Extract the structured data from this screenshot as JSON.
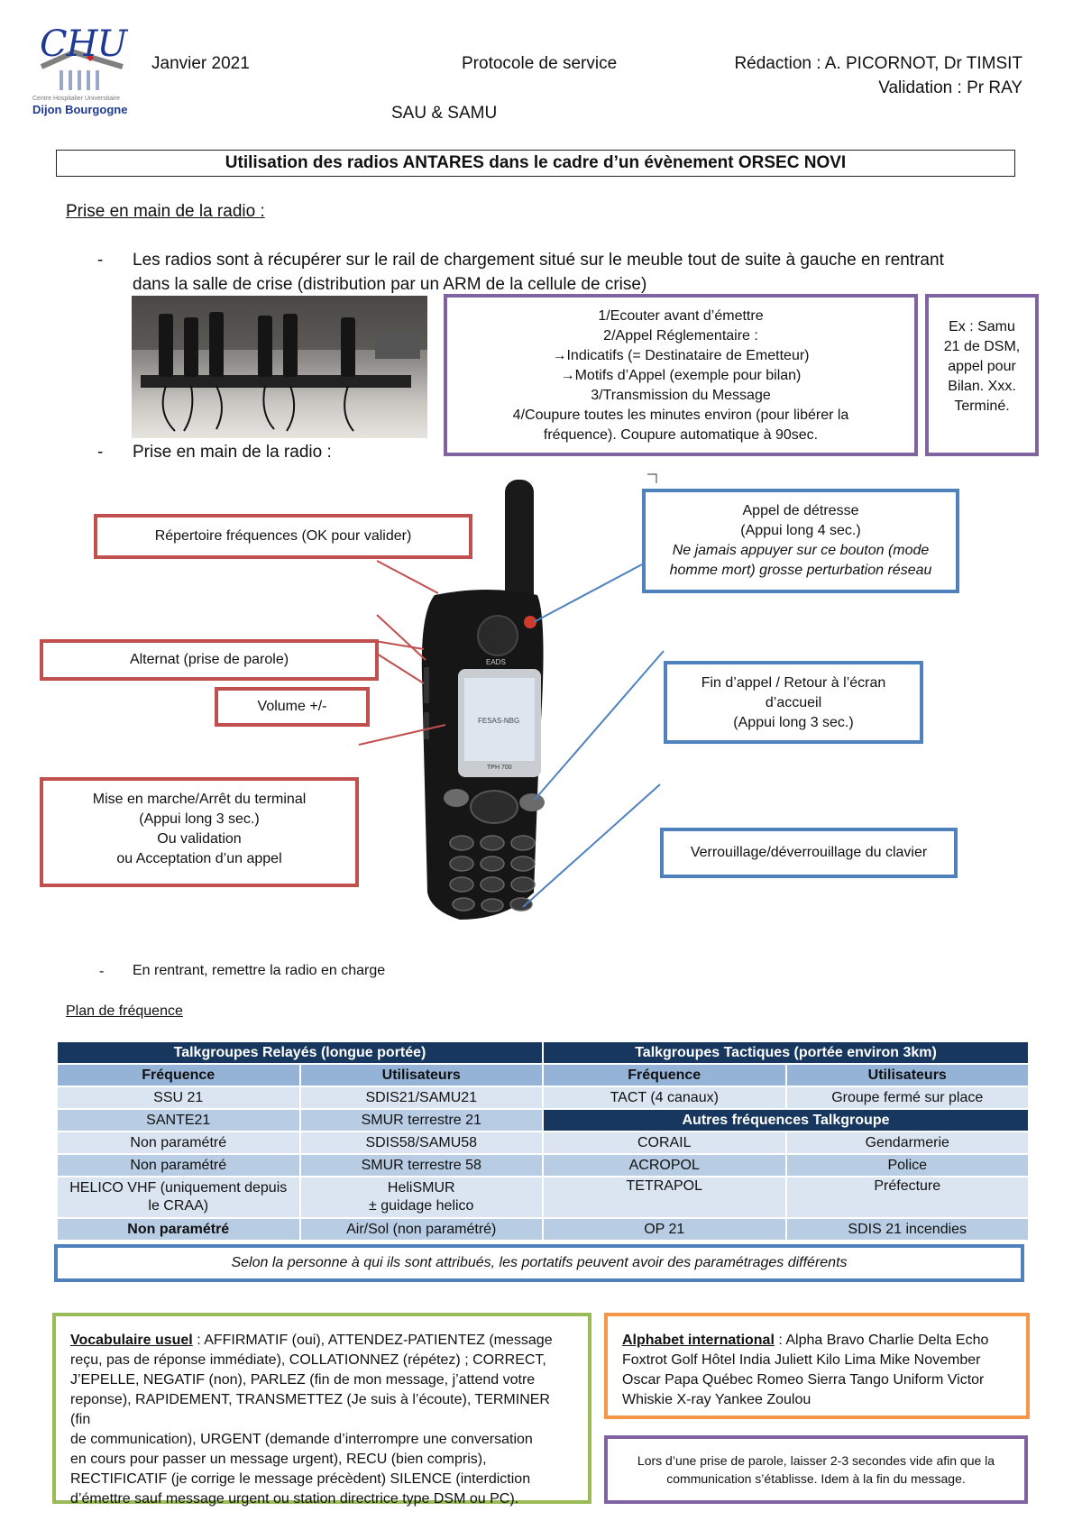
{
  "header": {
    "logo_main": "CHU",
    "logo_line1": "Centre Hospitalier Universitaire",
    "logo_line2": "Dijon Bourgogne",
    "date": "Janvier 2021",
    "doc_type": "Protocole de service",
    "redaction": "Rédaction : A. PICORNOT, Dr TIMSIT",
    "validation": "Validation : Pr RAY",
    "service": "SAU & SAMU"
  },
  "title": "Utilisation des radios ANTARES dans le cadre d’un évènement ORSEC NOVI",
  "section1": {
    "heading": "Prise en main de la radio :",
    "bullet1_line1": "Les radios sont à récupérer sur le rail de chargement situé sur le meuble tout de suite à gauche en rentrant",
    "bullet1_line2": "dans la salle de crise (distribution par un ARM de la cellule de crise)",
    "bullet2": "Prise en main de la radio :",
    "bullet3": "En rentrant, remettre la radio en charge"
  },
  "procedure": {
    "l1": "1/Ecouter avant d’émettre",
    "l2": "2/Appel Réglementaire :",
    "l3": "→Indicatifs (= Destinataire de Emetteur)",
    "l4": "→Motifs d’Appel (exemple pour bilan)",
    "l5": "3/Transmission du Message",
    "l6": "4/Coupure toutes les minutes environ (pour libérer la",
    "l7": "fréquence). Coupure automatique à 90sec."
  },
  "example": {
    "l1": "Ex : Samu",
    "l2": "21 de DSM,",
    "l3": "appel pour",
    "l4": "Bilan. Xxx.",
    "l5": "Terminé."
  },
  "callouts": {
    "repertoire": "Répertoire fréquences (OK pour valider)",
    "alternat": "Alternat (prise de parole)",
    "volume": "Volume +/-",
    "marche_l1": "Mise en marche/Arrêt du terminal",
    "marche_l2": "(Appui long 3 sec.)",
    "marche_l3": "Ou validation",
    "marche_l4": "ou Acceptation d’un appel",
    "detresse_l1": "Appel de détresse",
    "detresse_l2": "(Appui long 4 sec.)",
    "detresse_l3": "Ne jamais appuyer sur ce bouton (mode",
    "detresse_l4": "homme mort) grosse perturbation réseau",
    "fin_l1": "Fin d’appel / Retour à l’écran",
    "fin_l2": "d’accueil",
    "fin_l3": "(Appui long 3 sec.)",
    "verrou": "Verrouillage/déverrouillage du clavier"
  },
  "radio": {
    "brand": "EADS",
    "screen_text": "FESAS-NBG",
    "model": "TPH 700"
  },
  "plan": {
    "heading": "Plan de fréquence",
    "left_title": "Talkgroupes Relayés (longue portée)",
    "right_title": "Talkgroupes Tactiques (portée environ 3km)",
    "col_freq": "Fréquence",
    "col_users": "Utilisateurs",
    "other_title": "Autres fréquences Talkgroupe",
    "rows": [
      [
        "SSU 21",
        "SDIS21/SAMU21",
        "TACT (4 canaux)",
        "Groupe fermé sur place"
      ],
      [
        "SANTE21",
        "SMUR terrestre 21"
      ],
      [
        "Non paramétré",
        "SDIS58/SAMU58",
        "CORAIL",
        "Gendarmerie"
      ],
      [
        "Non paramétré",
        "SMUR terrestre 58",
        "ACROPOL",
        "Police"
      ],
      [
        "HELICO VHF (uniquement depuis",
        "le CRAA)",
        "HeliSMUR",
        "± guidage helico",
        "TETRAPOL",
        "Préfecture"
      ],
      [
        "Non paramétré",
        "Air/Sol (non paramétré)",
        "OP 21",
        "SDIS 21 incendies"
      ]
    ],
    "note": "Selon la personne à qui ils sont attribués, les portatifs peuvent avoir des paramétrages différents"
  },
  "vocab": {
    "title": "Vocabulaire usuel",
    "l1": " : AFFIRMATIF (oui), ATTENDEZ-PATIENTEZ (message",
    "l2": "reçu, pas de réponse immédiate), COLLATIONNEZ (répétez) ; CORRECT,",
    "l3": "J’EPELLE, NEGATIF (non), PARLEZ (fin de mon message, j’attend votre",
    "l4": "reponse), RAPIDEMENT, TRANSMETTEZ (Je suis à l’écoute), TERMINER (fin",
    "l5": "de communication), URGENT (demande d’interrompre une conversation",
    "l6": "en cours pour passer un message urgent), RECU (bien compris),",
    "l7": "RECTIFICATIF (je corrige le message précèdent) SILENCE (interdiction",
    "l8": "d’émettre sauf message urgent ou station directrice type DSM ou PC)."
  },
  "alphabet": {
    "title": "Alphabet international",
    "l1": " : Alpha Bravo Charlie Delta Echo",
    "l2": "Foxtrot Golf Hôtel India Juliett Kilo Lima Mike November",
    "l3": "Oscar Papa Québec Romeo Sierra Tango Uniform Victor",
    "l4": "Whiskie X-ray Yankee Zoulou"
  },
  "tip": {
    "l1": "Lors d’une prise de parole, laisser 2-3 secondes vide afin que la",
    "l2": "communication s’établisse. Idem à la fin du message."
  },
  "colors": {
    "red": "#c0504d",
    "blue": "#4f81bd",
    "purple": "#8064a2",
    "green": "#9bbb59",
    "orange": "#f79646",
    "navy": "#17375e"
  }
}
